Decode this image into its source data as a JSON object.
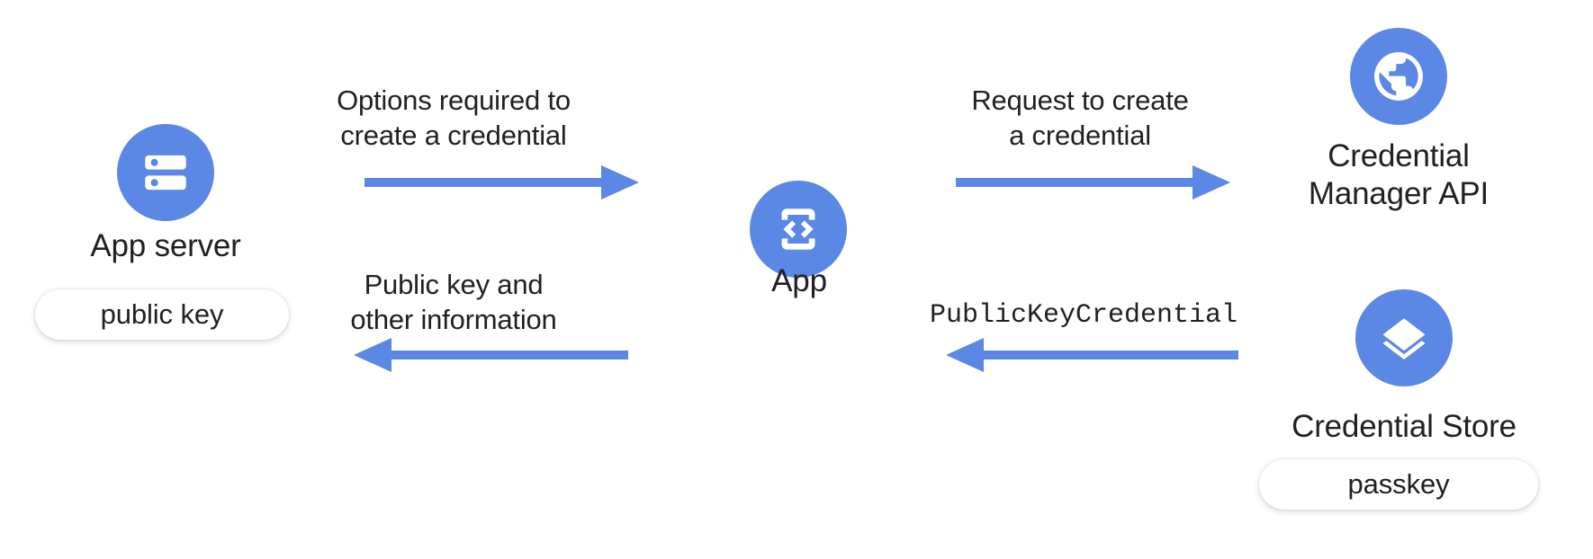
{
  "diagram": {
    "title": "Passkey creation flow between App server, App, Credential Manager API and Credential Store",
    "accent_color": "#5b87e5",
    "text_color": "#1f2023",
    "background_color": "#ffffff"
  },
  "nodes": {
    "app_server": {
      "label": "App server",
      "icon": "server-icon",
      "chip": "public key"
    },
    "app": {
      "label": "App",
      "icon": "app-code-phone-icon"
    },
    "credential_manager_api": {
      "label": "Credential\nManager API",
      "icon": "globe-icon"
    },
    "credential_store": {
      "label": "Credential Store",
      "icon": "layers-icon",
      "chip": "passkey"
    }
  },
  "edges": {
    "server_to_app": {
      "label": "Options required to\ncreate a credential",
      "direction": "right",
      "icon": "arrow-right-icon"
    },
    "app_to_server": {
      "label": "Public key and\nother information",
      "direction": "left",
      "icon": "arrow-left-icon"
    },
    "app_to_api": {
      "label": "Request to create\na credential",
      "direction": "right",
      "icon": "arrow-right-icon"
    },
    "store_to_app": {
      "label": "PublicKeyCredential",
      "direction": "left",
      "icon": "arrow-left-icon"
    }
  }
}
